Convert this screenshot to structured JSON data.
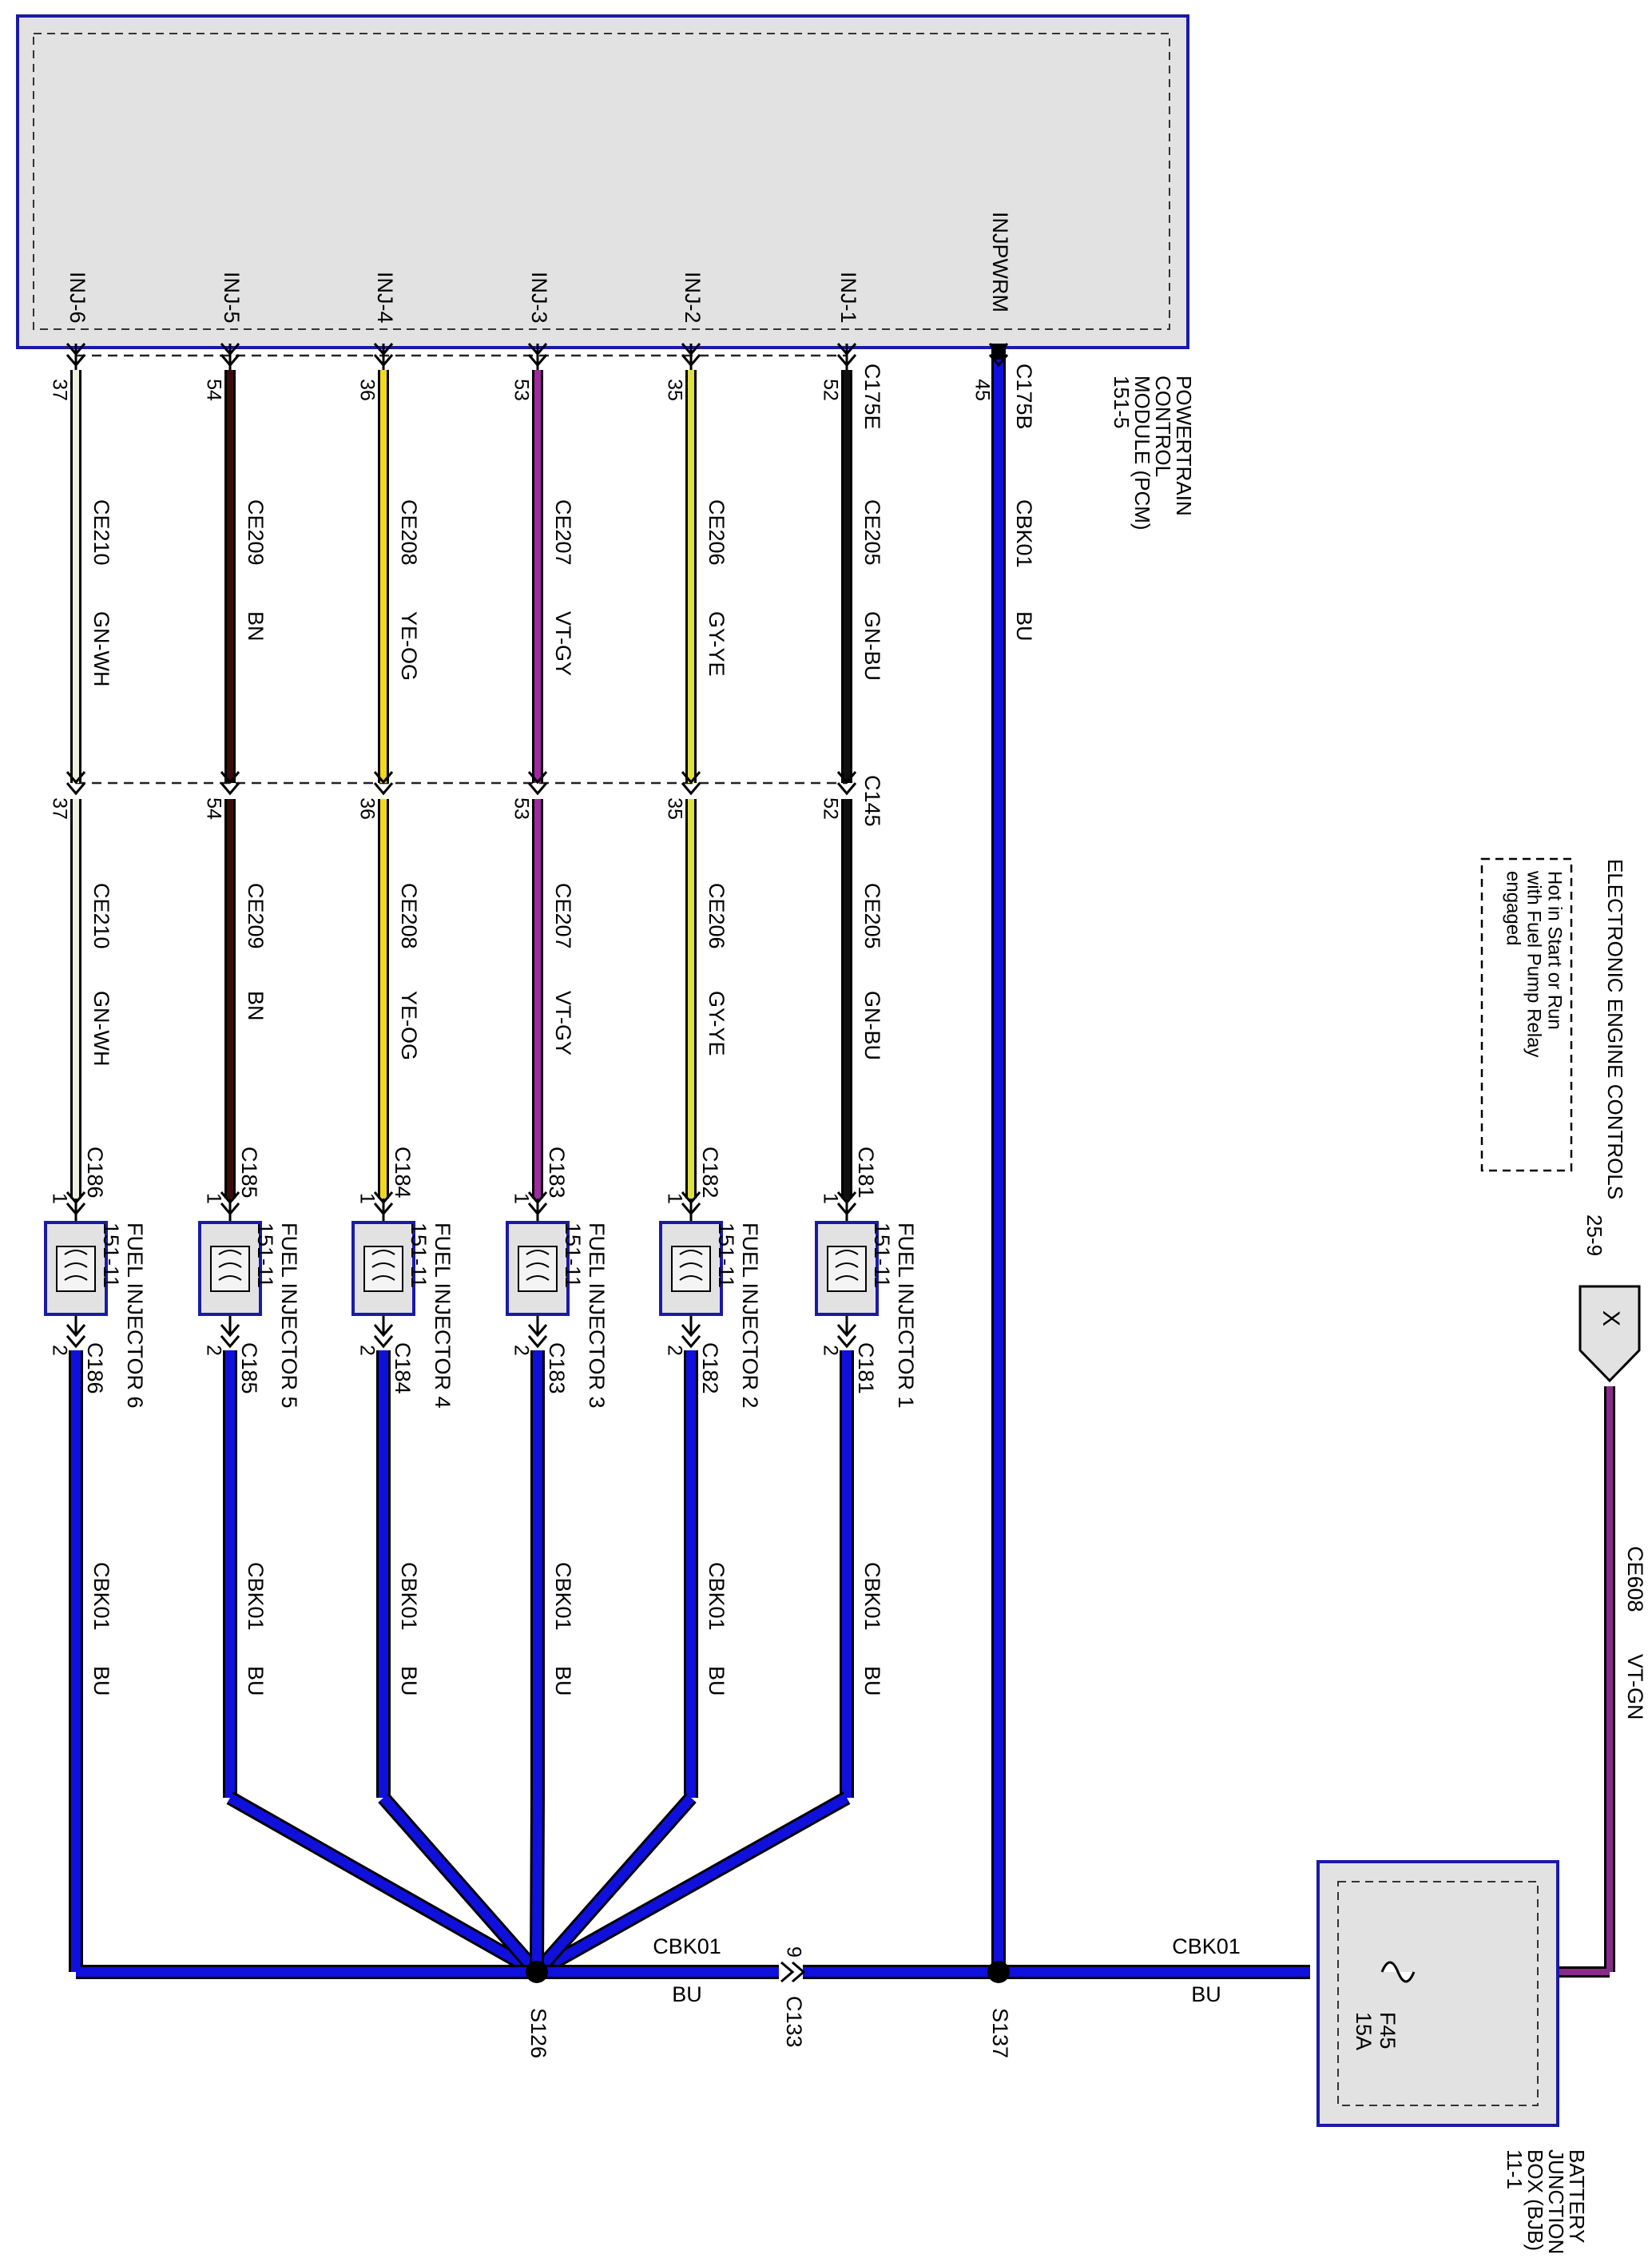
{
  "colors": {
    "module_fill": "#e2e2e2",
    "module_border": "#1a1aa8",
    "ground_wire": "#1010dd",
    "power_wire": "#8a2a8a",
    "GN-WH": "#f0f0e0",
    "BN": "#3a0c0c",
    "YE-OG": "#f0d820",
    "VT-GY": "#a02aa0",
    "GY-YE": "#e0e040",
    "GN-BU": "#101010"
  },
  "pcm": {
    "name_lines": [
      "POWERTRAIN",
      "CONTROL",
      "MODULE (PCM)",
      "151-5"
    ],
    "connector_inj": "C175E",
    "connector_pwr": "C175B",
    "pwr_pin_label": "INJPWRM",
    "pwr_pin_num": "45"
  },
  "inline_connector": "C145",
  "circuits": [
    {
      "pin_label": "INJ-1",
      "pin": "52",
      "circuit": "CE205",
      "color": "GN-BU",
      "injector_connector": "C181",
      "injector_name": "FUEL INJECTOR 1",
      "injector_ref": "151-11",
      "pin_a": "1",
      "pin_b": "2"
    },
    {
      "pin_label": "INJ-2",
      "pin": "35",
      "circuit": "CE206",
      "color": "GY-YE",
      "injector_connector": "C182",
      "injector_name": "FUEL INJECTOR 2",
      "injector_ref": "151-11",
      "pin_a": "1",
      "pin_b": "2"
    },
    {
      "pin_label": "INJ-3",
      "pin": "53",
      "circuit": "CE207",
      "color": "VT-GY",
      "injector_connector": "C183",
      "injector_name": "FUEL INJECTOR 3",
      "injector_ref": "151-11",
      "pin_a": "1",
      "pin_b": "2"
    },
    {
      "pin_label": "INJ-4",
      "pin": "36",
      "circuit": "CE208",
      "color": "YE-OG",
      "injector_connector": "C184",
      "injector_name": "FUEL INJECTOR 4",
      "injector_ref": "151-11",
      "pin_a": "1",
      "pin_b": "2"
    },
    {
      "pin_label": "INJ-5",
      "pin": "54",
      "circuit": "CE209",
      "color": "BN",
      "injector_connector": "C185",
      "injector_name": "FUEL INJECTOR 5",
      "injector_ref": "151-11",
      "pin_a": "1",
      "pin_b": "2"
    },
    {
      "pin_label": "INJ-6",
      "pin": "37",
      "circuit": "CE210",
      "color": "GN-WH",
      "injector_connector": "C186",
      "injector_name": "FUEL INJECTOR 6",
      "injector_ref": "151-11",
      "pin_a": "1",
      "pin_b": "2"
    }
  ],
  "ground_circuit": {
    "circuit": "CBK01",
    "color": "BU"
  },
  "splices": [
    "S126",
    "S137"
  ],
  "c133": {
    "connector": "C133",
    "pin": "9"
  },
  "bjb": {
    "name_lines": [
      "BATTERY",
      "JUNCTION",
      "BOX (BJB)",
      "11-1"
    ],
    "fuse": "F45",
    "rating": "15A"
  },
  "feed": {
    "circuit": "CE608",
    "color": "VT-GN"
  },
  "offpage": {
    "symbol": "X",
    "title": "ELECTRONIC ENGINE CONTROLS",
    "ref": "25-9"
  },
  "note_lines": [
    "Hot in Start or Run",
    "with Fuel Pump Relay",
    "engaged"
  ]
}
